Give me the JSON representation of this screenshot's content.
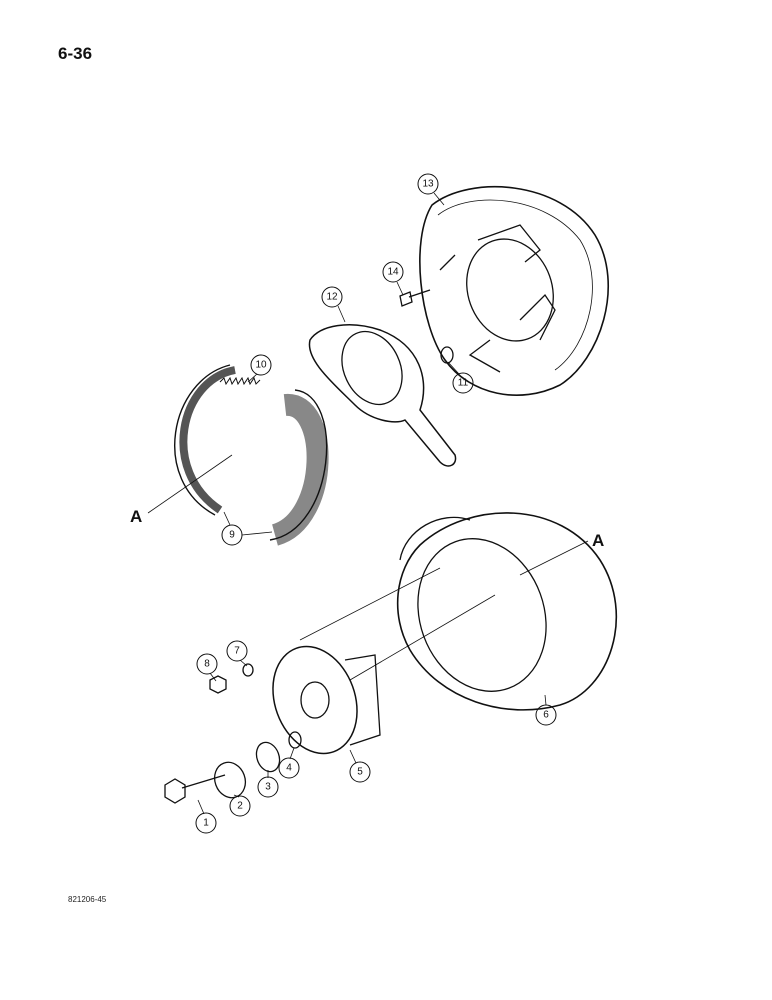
{
  "page_number": "6-36",
  "figure_code": "821206-45",
  "callouts": {
    "c1": "1",
    "c2": "2",
    "c3": "3",
    "c4": "4",
    "c5": "5",
    "c6": "6",
    "c7": "7",
    "c8": "8",
    "c9": "9",
    "c10": "10",
    "c11": "11",
    "c12": "12",
    "c13": "13",
    "c14": "14"
  },
  "reference_letters": {
    "left": "A",
    "right": "A"
  }
}
